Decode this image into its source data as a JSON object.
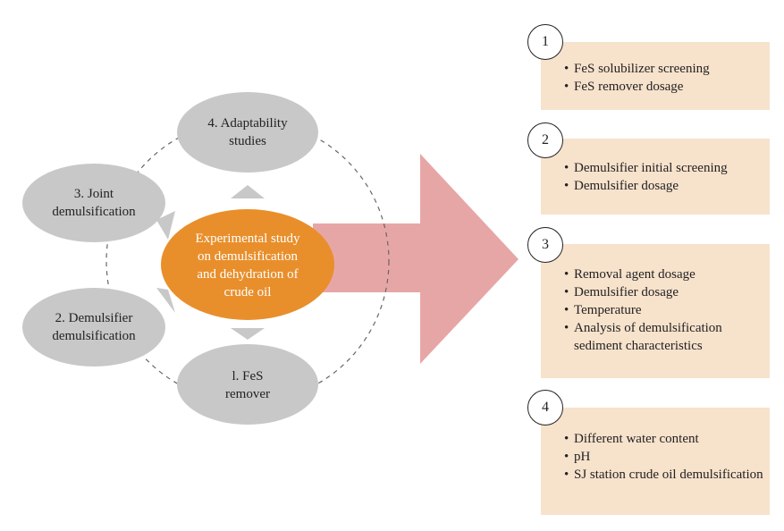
{
  "colors": {
    "background": "#ffffff",
    "node_fill": "#c8c8c8",
    "center_fill": "#e88f2c",
    "arrow_fill": "#e7a6a6",
    "box_fill": "#f7e2cc",
    "dashed_circle": "#666666",
    "small_arrow": "#c8c8c8"
  },
  "center": {
    "label_lines": [
      "Experimental study",
      "on demulsification",
      "and dehydration of",
      "crude oil"
    ]
  },
  "cycle_nodes": [
    {
      "id": "adaptability",
      "label_lines": [
        "4. Adaptability",
        "studies"
      ]
    },
    {
      "id": "joint",
      "label_lines": [
        "3. Joint",
        "demulsification"
      ]
    },
    {
      "id": "demulsifier",
      "label_lines": [
        "2. Demulsifier",
        "demulsification"
      ]
    },
    {
      "id": "fes-remover",
      "label_lines": [
        "l. FeS",
        "remover"
      ]
    }
  ],
  "steps": [
    {
      "number": "1",
      "items": [
        "FeS solubilizer screening",
        "FeS remover dosage"
      ]
    },
    {
      "number": "2",
      "items": [
        "Demulsifier initial screening",
        "Demulsifier dosage"
      ]
    },
    {
      "number": "3",
      "items": [
        "Removal agent dosage",
        "Demulsifier dosage",
        "Temperature",
        "Analysis of demulsification sediment characteristics"
      ]
    },
    {
      "number": "4",
      "items": [
        "Different water content",
        "pH",
        "SJ station crude oil demulsification"
      ]
    }
  ]
}
